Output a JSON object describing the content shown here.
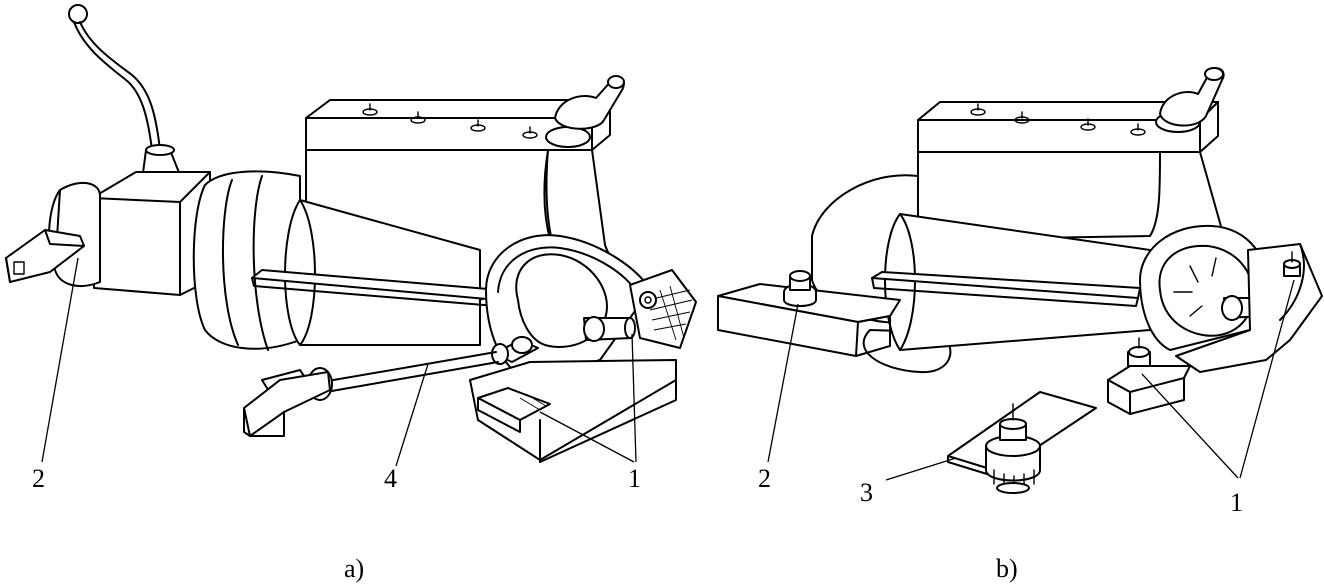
{
  "panels": [
    {
      "id": "a",
      "caption": "a)",
      "callouts": [
        "2",
        "4",
        "1"
      ]
    },
    {
      "id": "b",
      "caption": "b)",
      "callouts": [
        "2",
        "3",
        "1"
      ]
    }
  ]
}
